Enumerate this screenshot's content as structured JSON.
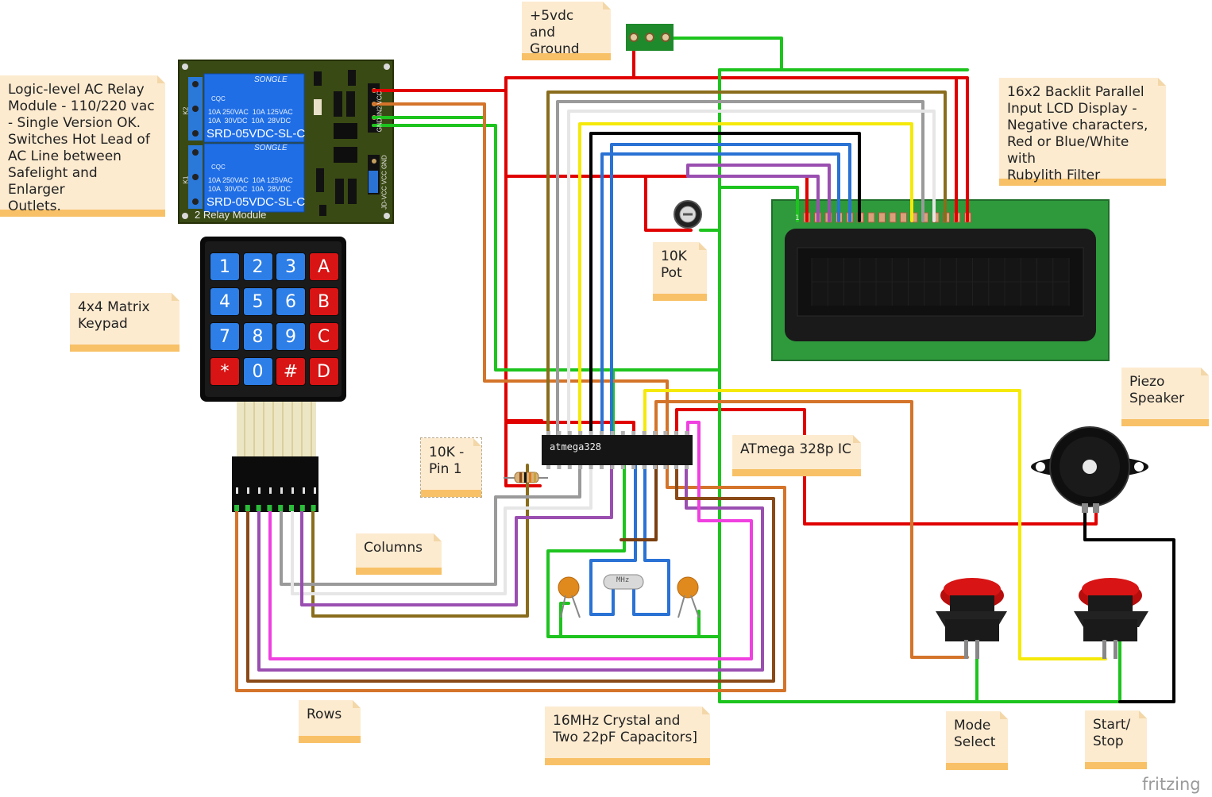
{
  "notes": {
    "supply": "+5vdc and\nGround",
    "relay": "Logic-level AC Relay\nModule - 110/220 vac\n- Single Version OK.\nSwitches Hot Lead of\nAC Line between\nSafelight and Enlarger\nOutlets.",
    "lcd": "16x2 Backlit Parallel\nInput LCD Display -\nNegative characters,\nRed or Blue/White with\nRubylith Filter",
    "keypad": "4x4 Matrix\nKeypad",
    "pot": "10K\nPot",
    "resistor": "10K -\nPin 1",
    "atmega": "ATmega 328p IC",
    "piezo": "Piezo\nSpeaker",
    "columns": "Columns",
    "rows": "Rows",
    "crystal": "16MHz Crystal and\nTwo 22pF Capacitors]",
    "mode": "Mode\nSelect",
    "startstop": "Start/\nStop"
  },
  "relay_module": {
    "brand": "SONGLE",
    "rating_line1": "10A 250VAC  10A 125VAC",
    "rating_line2": "10A  30VDC  10A  28VDC",
    "model": "SRD-05VDC-SL-C",
    "footer": "2 Relay Module",
    "pins_top": "GND IN2 VCC",
    "pins_bottom": "JD-VCC VCC GND",
    "label_k1": "K1",
    "label_k2": "K2",
    "label_cqc": "CQC"
  },
  "keypad": {
    "keys": [
      {
        "label": "1",
        "color": "blue"
      },
      {
        "label": "2",
        "color": "blue"
      },
      {
        "label": "3",
        "color": "blue"
      },
      {
        "label": "A",
        "color": "red"
      },
      {
        "label": "4",
        "color": "blue"
      },
      {
        "label": "5",
        "color": "blue"
      },
      {
        "label": "6",
        "color": "blue"
      },
      {
        "label": "B",
        "color": "red"
      },
      {
        "label": "7",
        "color": "blue"
      },
      {
        "label": "8",
        "color": "blue"
      },
      {
        "label": "9",
        "color": "blue"
      },
      {
        "label": "C",
        "color": "red"
      },
      {
        "label": "*",
        "color": "red"
      },
      {
        "label": "0",
        "color": "blue"
      },
      {
        "label": "#",
        "color": "red"
      },
      {
        "label": "D",
        "color": "red"
      }
    ]
  },
  "chip": {
    "label": "atmega328"
  },
  "crystal": {
    "label": "MHz"
  },
  "lcd": {
    "pin1_label": "1"
  },
  "app": {
    "brand": "fritzing"
  },
  "colors": {
    "red": "#e00000",
    "green": "#1ec41e",
    "blue": "#2a72d4",
    "yellow": "#f5e90a",
    "black": "#000000",
    "grey": "#9a9a9a",
    "white": "#e8e8e8",
    "purple": "#9a4fb0",
    "orange": "#d4742a",
    "brown": "#8a4a18",
    "olive": "#8a6d1c",
    "magenta": "#f040e0",
    "note_bg": "#fdebd0",
    "note_bar": "#f8c167"
  }
}
